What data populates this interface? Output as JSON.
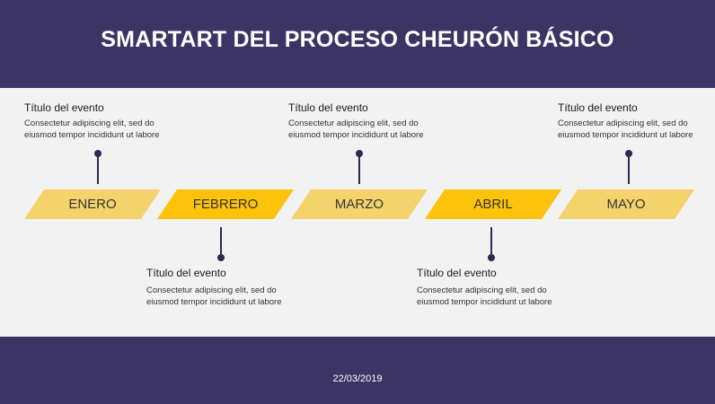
{
  "slide": {
    "title": "SMARTART DEL PROCESO CHEURÓN BÁSICO",
    "date": "22/03/2019",
    "colors": {
      "band": "#3c3464",
      "chevron_light": "#f5d36c",
      "chevron_dark": "#fcc30a",
      "connector": "#2e2a4f"
    }
  },
  "chevrons": [
    {
      "label": "ENERO"
    },
    {
      "label": "FEBRERO"
    },
    {
      "label": "MARZO"
    },
    {
      "label": "ABRIL"
    },
    {
      "label": "MAYO"
    }
  ],
  "events": [
    {
      "title": "Título del evento",
      "body": "Consectetur adipiscing elit, sed do eiusmod tempor incididunt ut labore"
    },
    {
      "title": "Título del evento",
      "body": "Consectetur adipiscing elit, sed do eiusmod tempor incididunt ut labore"
    },
    {
      "title": "Título del evento",
      "body": "Consectetur adipiscing elit, sed do eiusmod tempor incididunt ut labore"
    },
    {
      "title": "Título del evento",
      "body": "Consectetur adipiscing elit, sed do eiusmod tempor incididunt ut labore"
    },
    {
      "title": "Título del evento",
      "body": "Consectetur adipiscing elit, sed do eiusmod tempor incididunt ut labore"
    }
  ]
}
